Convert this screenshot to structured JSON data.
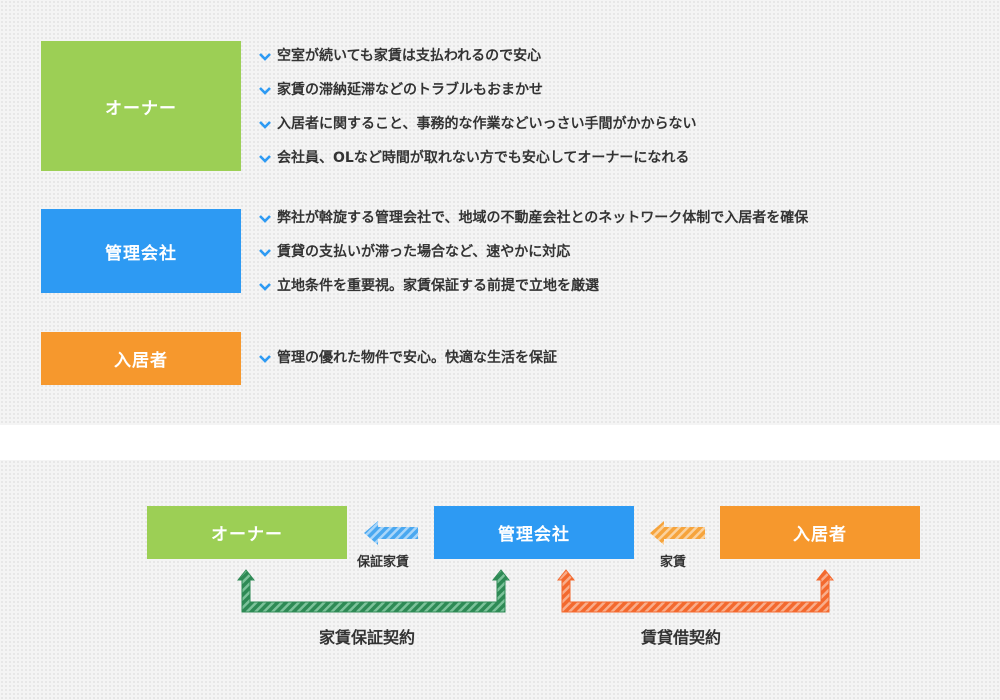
{
  "roles": [
    {
      "label": "オーナー",
      "color": "#9ccf55",
      "points": [
        "空室が続いても家賃は支払われるので安心",
        "家賃の滞納延滞などのトラブルもおまかせ",
        "入居者に関すること、事務的な作業などいっさい手間がかからない",
        "会社員、OLなど時間が取れない方でも安心してオーナーになれる"
      ]
    },
    {
      "label": "管理会社",
      "color": "#2d9af3",
      "points": [
        "弊社が斡旋する管理会社で、地域の不動産会社とのネットワーク体制で入居者を確保",
        "賃貸の支払いが滞った場合など、速やかに対応",
        "立地条件を重要視。家賃保証する前提で立地を厳選"
      ]
    },
    {
      "label": "入居者",
      "color": "#f6982d",
      "points": [
        "管理の優れた物件で安心。快適な生活を保証"
      ]
    }
  ],
  "flow": {
    "owner": "オーナー",
    "management": "管理会社",
    "tenant": "入居者",
    "arrow_left_label": "保証家賃",
    "arrow_right_label": "家賃",
    "contract_left": "家賃保証契約",
    "contract_right": "賃貸借契約"
  },
  "colors": {
    "green": "#9ccf55",
    "blue": "#2d9af3",
    "orange": "#f6982d",
    "contract_green": "#2e8a55",
    "contract_orange": "#f3692e",
    "arrow_blue": "#4aa8f0",
    "arrow_orange": "#f6a43c"
  }
}
